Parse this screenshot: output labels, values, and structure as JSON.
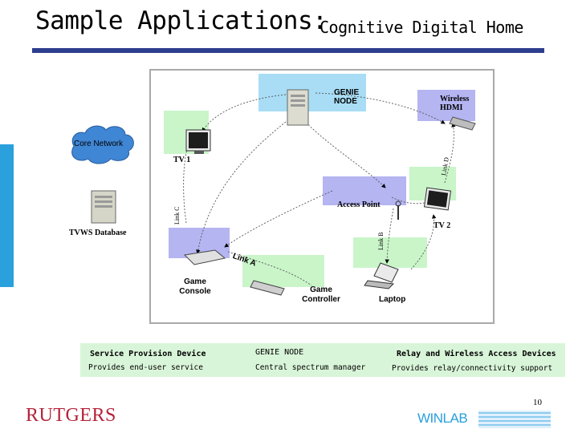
{
  "title": {
    "main": "Sample Applications:",
    "sub": "Cognitive Digital Home"
  },
  "colors": {
    "title_rule": "#2d3e8f",
    "side_bar": "#2aa0dd",
    "region_cyan": "#a8ddf5",
    "region_green": "#c9f5c9",
    "region_violet": "#b5b5f2",
    "legend_bg": "#d9f5d9",
    "brand_red": "#b5233a",
    "winlab_blue": "#2aa0dd"
  },
  "diagram": {
    "nodes": {
      "genie_node": "GENIE NODE",
      "wireless_hdmi": "Wireless HDMI",
      "core_network": "Core Network",
      "tv1": "TV 1",
      "tvws_database": "TVWS Database",
      "access_point": "Access Point",
      "tv2": "TV 2",
      "game_console": "Game Console",
      "game_controller": "Game Controller",
      "laptop": "Laptop"
    },
    "links": {
      "link_a": "Link A",
      "link_b": "Link B",
      "link_c": "Link C",
      "link_d": "Link D"
    }
  },
  "legend": [
    {
      "heading": "Service Provision Device",
      "description": "Provides end-user service"
    },
    {
      "heading": "GENIE NODE",
      "description": "Central spectrum manager"
    },
    {
      "heading": "Relay and Wireless Access Devices",
      "description": "Provides relay/connectivity support"
    }
  ],
  "footer": {
    "page_number": "10",
    "rutgers_logo": "RUTGERS",
    "winlab_logo": "WINLAB"
  }
}
